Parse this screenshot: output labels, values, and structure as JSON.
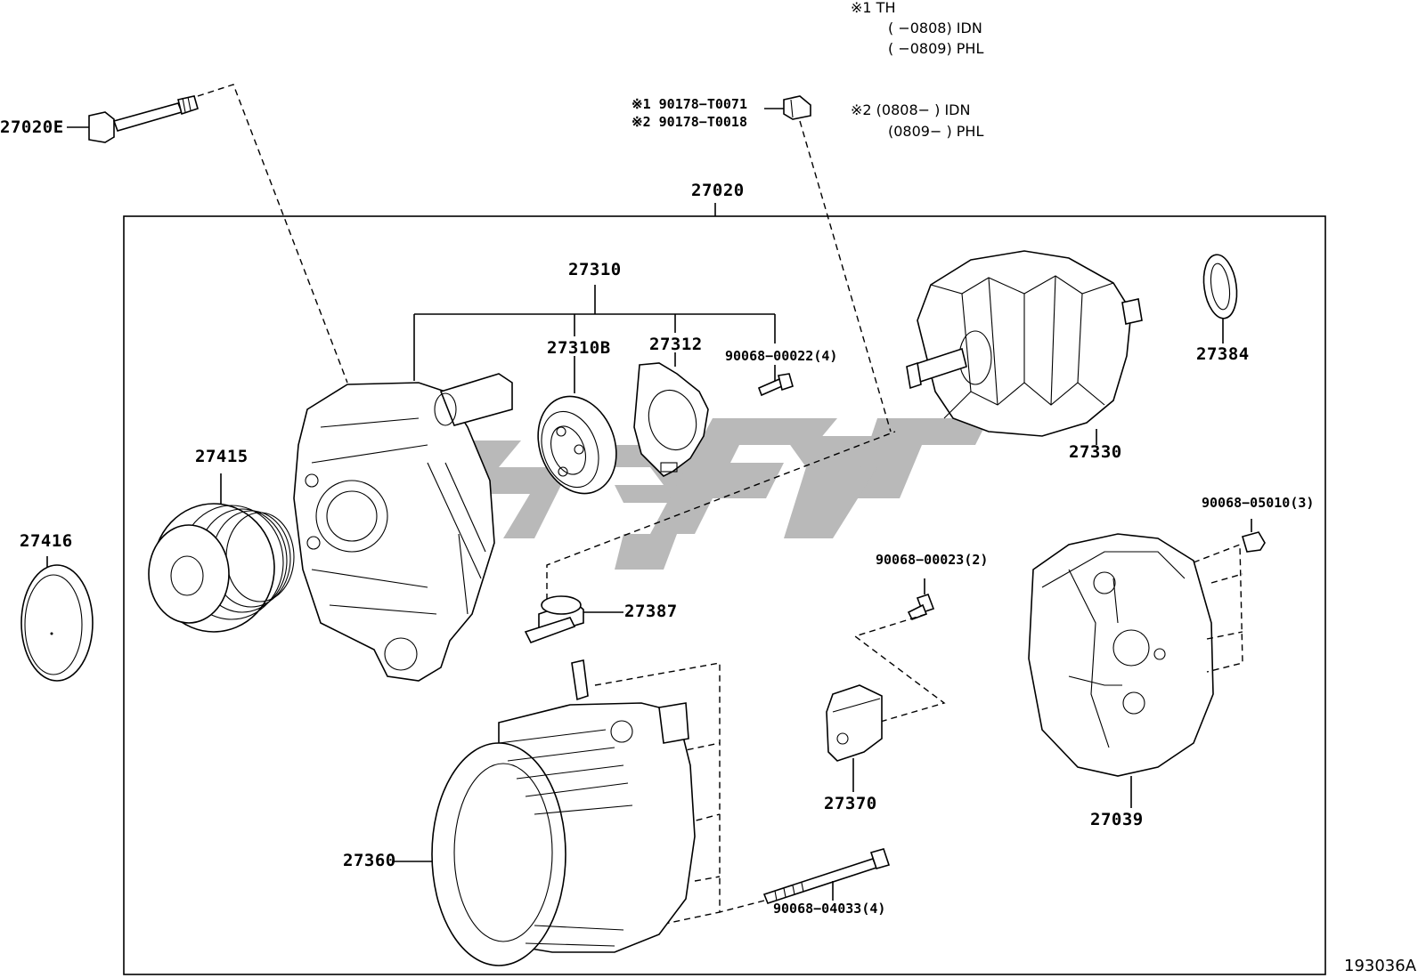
{
  "notes": {
    "note1_line1": "※1  TH",
    "note1_line2": "(     −0808) IDN",
    "note1_line3": "(     −0809) PHL",
    "note2_line1": "※2  (0808−     ) IDN",
    "note2_line2": "(0809−     ) PHL"
  },
  "sub_labels": {
    "a": "※1 90178−T0071",
    "b": "※2 90178−T0018"
  },
  "parts": {
    "p27020E": "27020E",
    "p27020": "27020",
    "p27310": "27310",
    "p27310B": "27310B",
    "p27312": "27312",
    "p90068_00022": "90068−00022(4)",
    "p27384": "27384",
    "p27330": "27330",
    "p27415": "27415",
    "p27416": "27416",
    "p90068_05010": "90068−05010(3)",
    "p90068_00023": "90068−00023(2)",
    "p27387": "27387",
    "p27370": "27370",
    "p27039": "27039",
    "p27360": "27360",
    "p90068_04033": "90068−04033(4)"
  },
  "diagram_code": "193036A",
  "colors": {
    "line": "#000000",
    "watermark": "#b9b9b9",
    "background": "#ffffff"
  }
}
